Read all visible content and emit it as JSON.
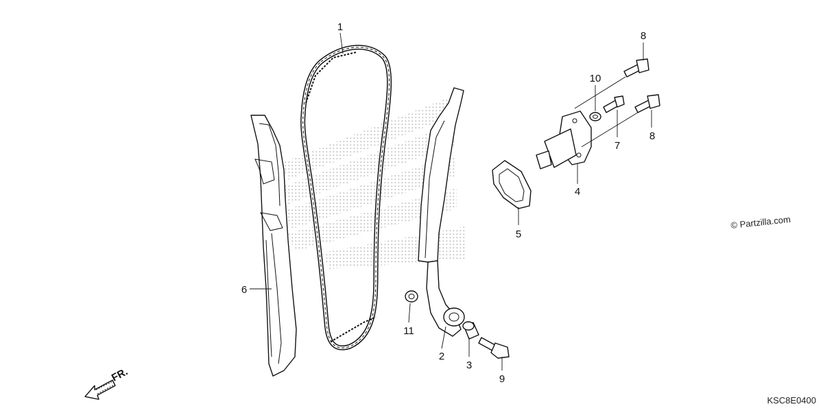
{
  "callouts": {
    "c1": "1",
    "c2": "2",
    "c3": "3",
    "c4": "4",
    "c5": "5",
    "c6": "6",
    "c7": "7",
    "c8a": "8",
    "c8b": "8",
    "c9": "9",
    "c10": "10",
    "c11": "11"
  },
  "direction_label": "FR.",
  "watermark_text": "© Partzilla.com",
  "diagram_code": "KSC8E0400",
  "icons": {
    "direction": "front-arrow-icon",
    "watermark": "honda-wing-logo"
  }
}
